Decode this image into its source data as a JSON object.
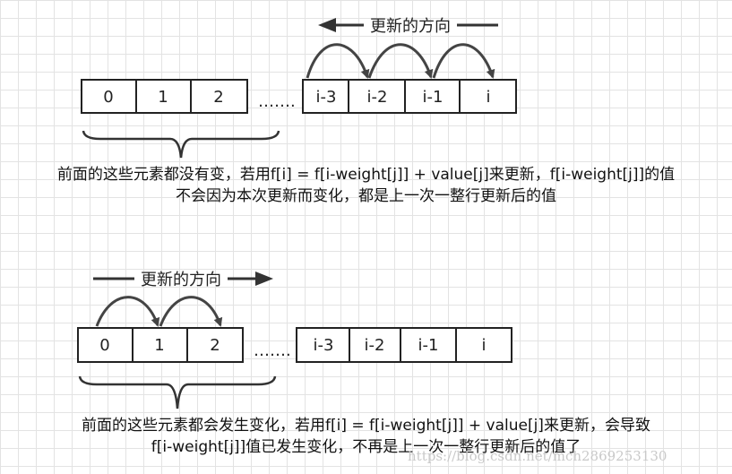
{
  "top": {
    "direction_label": "更新的方向",
    "left_cells": [
      "0",
      "1",
      "2"
    ],
    "ellipsis": "…….",
    "right_cells": [
      "i-3",
      "i-2",
      "i-1",
      "i"
    ],
    "caption_line1": "前面的这些元素都没有变，若用f[i] = f[i-weight[j]] + value[j]来更新，f[i-weight[j]]的值",
    "caption_line2": "不会因为本次更新而变化，都是上一次一整行更新后的值"
  },
  "bottom": {
    "direction_label": "更新的方向",
    "left_cells": [
      "0",
      "1",
      "2"
    ],
    "ellipsis": "…….",
    "right_cells": [
      "i-3",
      "i-2",
      "i-1",
      "i"
    ],
    "caption_line1": "前面的这些元素都会发生变化，若用f[i] = f[i-weight[j]] + value[j]来更新，会导致",
    "caption_line2": "f[i-weight[j]]值已发生变化，不再是上一次一整行更新后的值了"
  },
  "watermark": "https://blog.csdn.net/mch2869253130"
}
